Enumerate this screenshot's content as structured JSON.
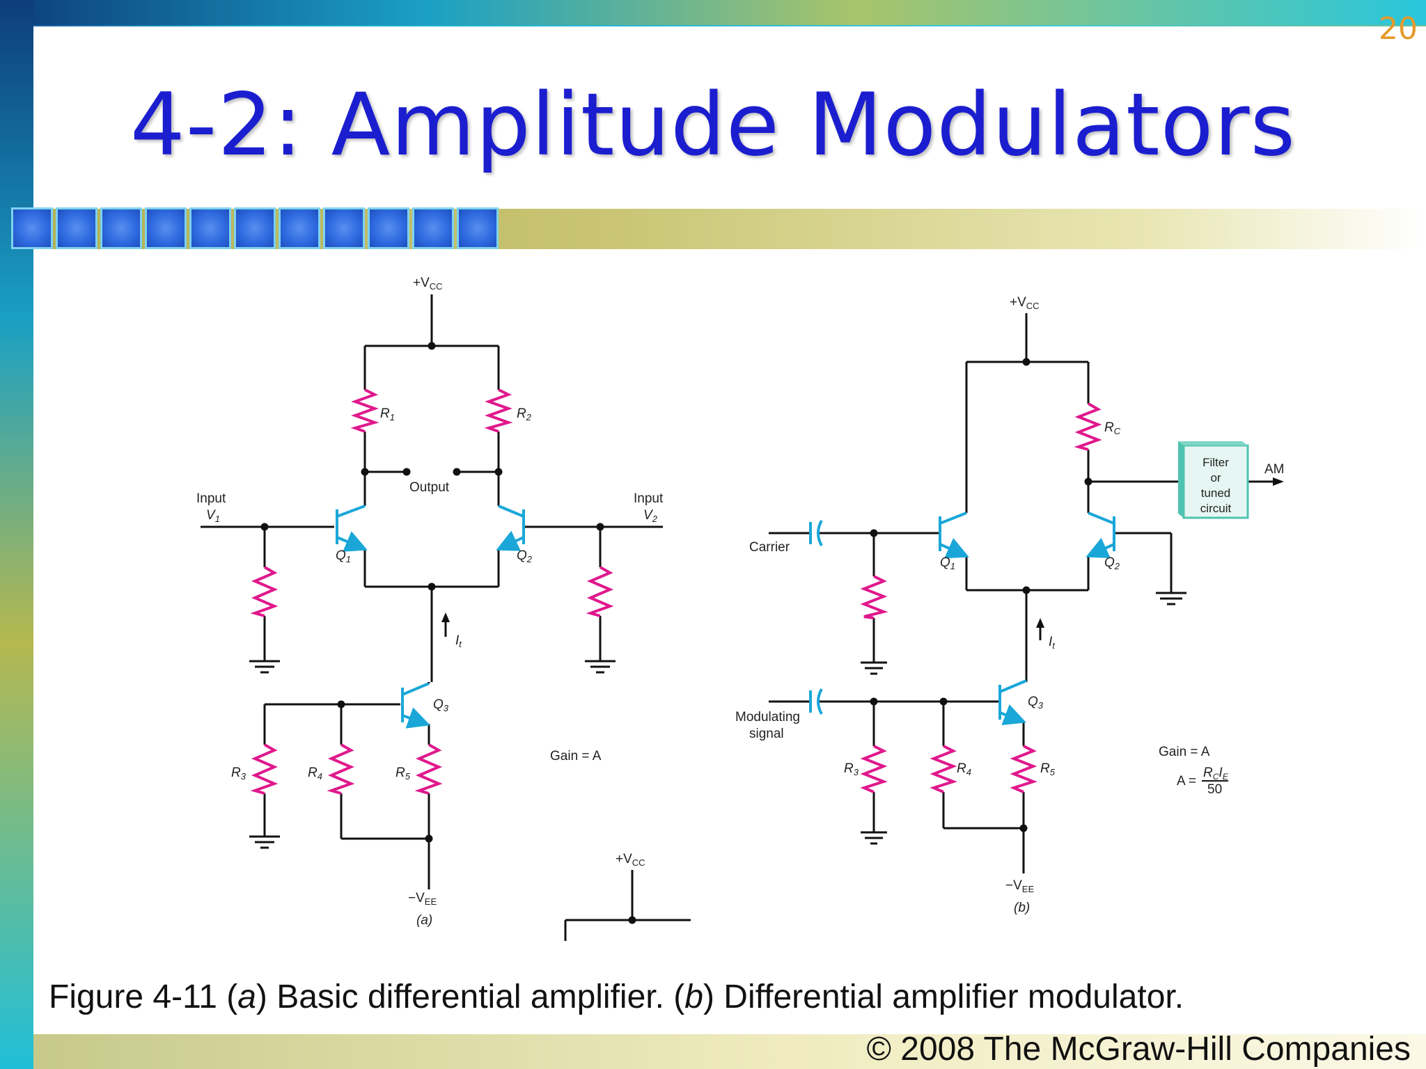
{
  "slide": {
    "page_number": "20",
    "title": "4-2: Amplitude Modulators",
    "caption": {
      "prefix": "Figure 4-11 (",
      "a": "a",
      "mid": ") Basic differential amplifier. (",
      "b": "b",
      "suffix": ") Differential amplifier modulator."
    },
    "copyright": "© 2008 The McGraw-Hill Companies"
  },
  "colors": {
    "title": "#1b1ecf",
    "wire": "#111111",
    "resistor": "#e0188c",
    "transistor": "#1aa7d8",
    "filter_box": "#4fc3b0",
    "page_number": "#e59a2a"
  },
  "diagram_a": {
    "vcc": "+V",
    "vcc_sub": "CC",
    "r1": "R",
    "r1_sub": "1",
    "r2": "R",
    "r2_sub": "2",
    "r3": "R",
    "r3_sub": "3",
    "r4": "R",
    "r4_sub": "4",
    "r5": "R",
    "r5_sub": "5",
    "output": "Output",
    "input1_line1": "Input",
    "input1_line2": "V",
    "input1_sub": "1",
    "input2_line1": "Input",
    "input2_line2": "V",
    "input2_sub": "2",
    "q1": "Q",
    "q1_sub": "1",
    "q2": "Q",
    "q2_sub": "2",
    "q3": "Q",
    "q3_sub": "3",
    "it": "I",
    "it_sub": "t",
    "gain": "Gain = A",
    "vee": "−V",
    "vee_sub": "EE",
    "label": "(a)",
    "vcc_fragment": "+V",
    "vcc_fragment_sub": "CC"
  },
  "diagram_b": {
    "vcc": "+V",
    "vcc_sub": "CC",
    "rc": "R",
    "rc_sub": "C",
    "filter_line1": "Filter",
    "filter_line2": "or",
    "filter_line3": "tuned",
    "filter_line4": "circuit",
    "am": "AM",
    "carrier": "Carrier",
    "q1": "Q",
    "q1_sub": "1",
    "q2": "Q",
    "q2_sub": "2",
    "q3": "Q",
    "q3_sub": "3",
    "it": "I",
    "it_sub": "t",
    "modulating_line1": "Modulating",
    "modulating_line2": "signal",
    "r3": "R",
    "r3_sub": "3",
    "r4": "R",
    "r4_sub": "4",
    "r5": "R",
    "r5_sub": "5",
    "gain": "Gain = A",
    "formula_lhs": "A =",
    "formula_num": "R",
    "formula_num_sub1": "C",
    "formula_num_mid": "I",
    "formula_num_sub2": "E",
    "formula_den": "50",
    "vee": "−V",
    "vee_sub": "EE",
    "label": "(b)"
  }
}
